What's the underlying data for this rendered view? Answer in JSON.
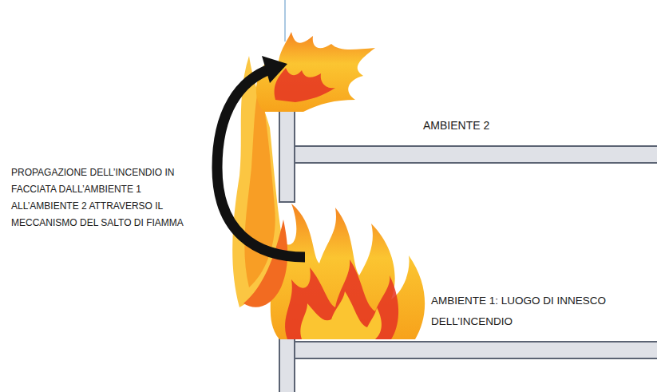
{
  "diagram": {
    "labels": [
      "AMBIENTE 2",
      "PROPAGAZIONE DELL’INCENDIO IN FACCIATA DALL’AMBIENTE 1 ALL’AMBIENTE 2 ATTRAVERSO IL MECCANISMO DEL SALTO DI FIAMMA",
      "AMBIENTE 1: LUOGO DI INNESCO DELL’INCENDIO"
    ]
  }
}
